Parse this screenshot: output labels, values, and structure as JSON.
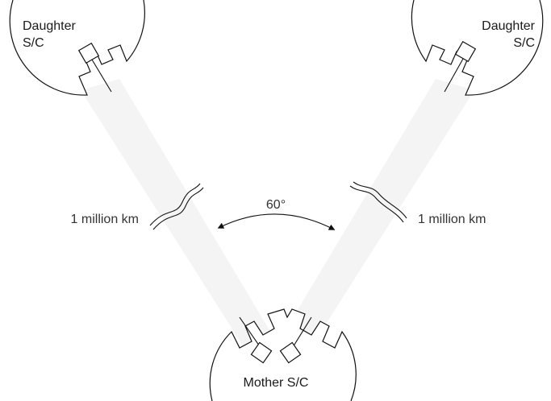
{
  "spacecraft": {
    "daughter_left": {
      "line1": "Daughter",
      "line2": "S/C"
    },
    "daughter_right": {
      "line1": "Daughter",
      "line2": "S/C"
    },
    "mother": {
      "label": "Mother S/C"
    }
  },
  "arms": {
    "left_distance": "1 million km",
    "right_distance": "1 million km"
  },
  "angle": {
    "label": "60°"
  },
  "colors": {
    "beam": "#f3f3f3",
    "stroke": "#111111",
    "text": "#1a1a1a"
  }
}
